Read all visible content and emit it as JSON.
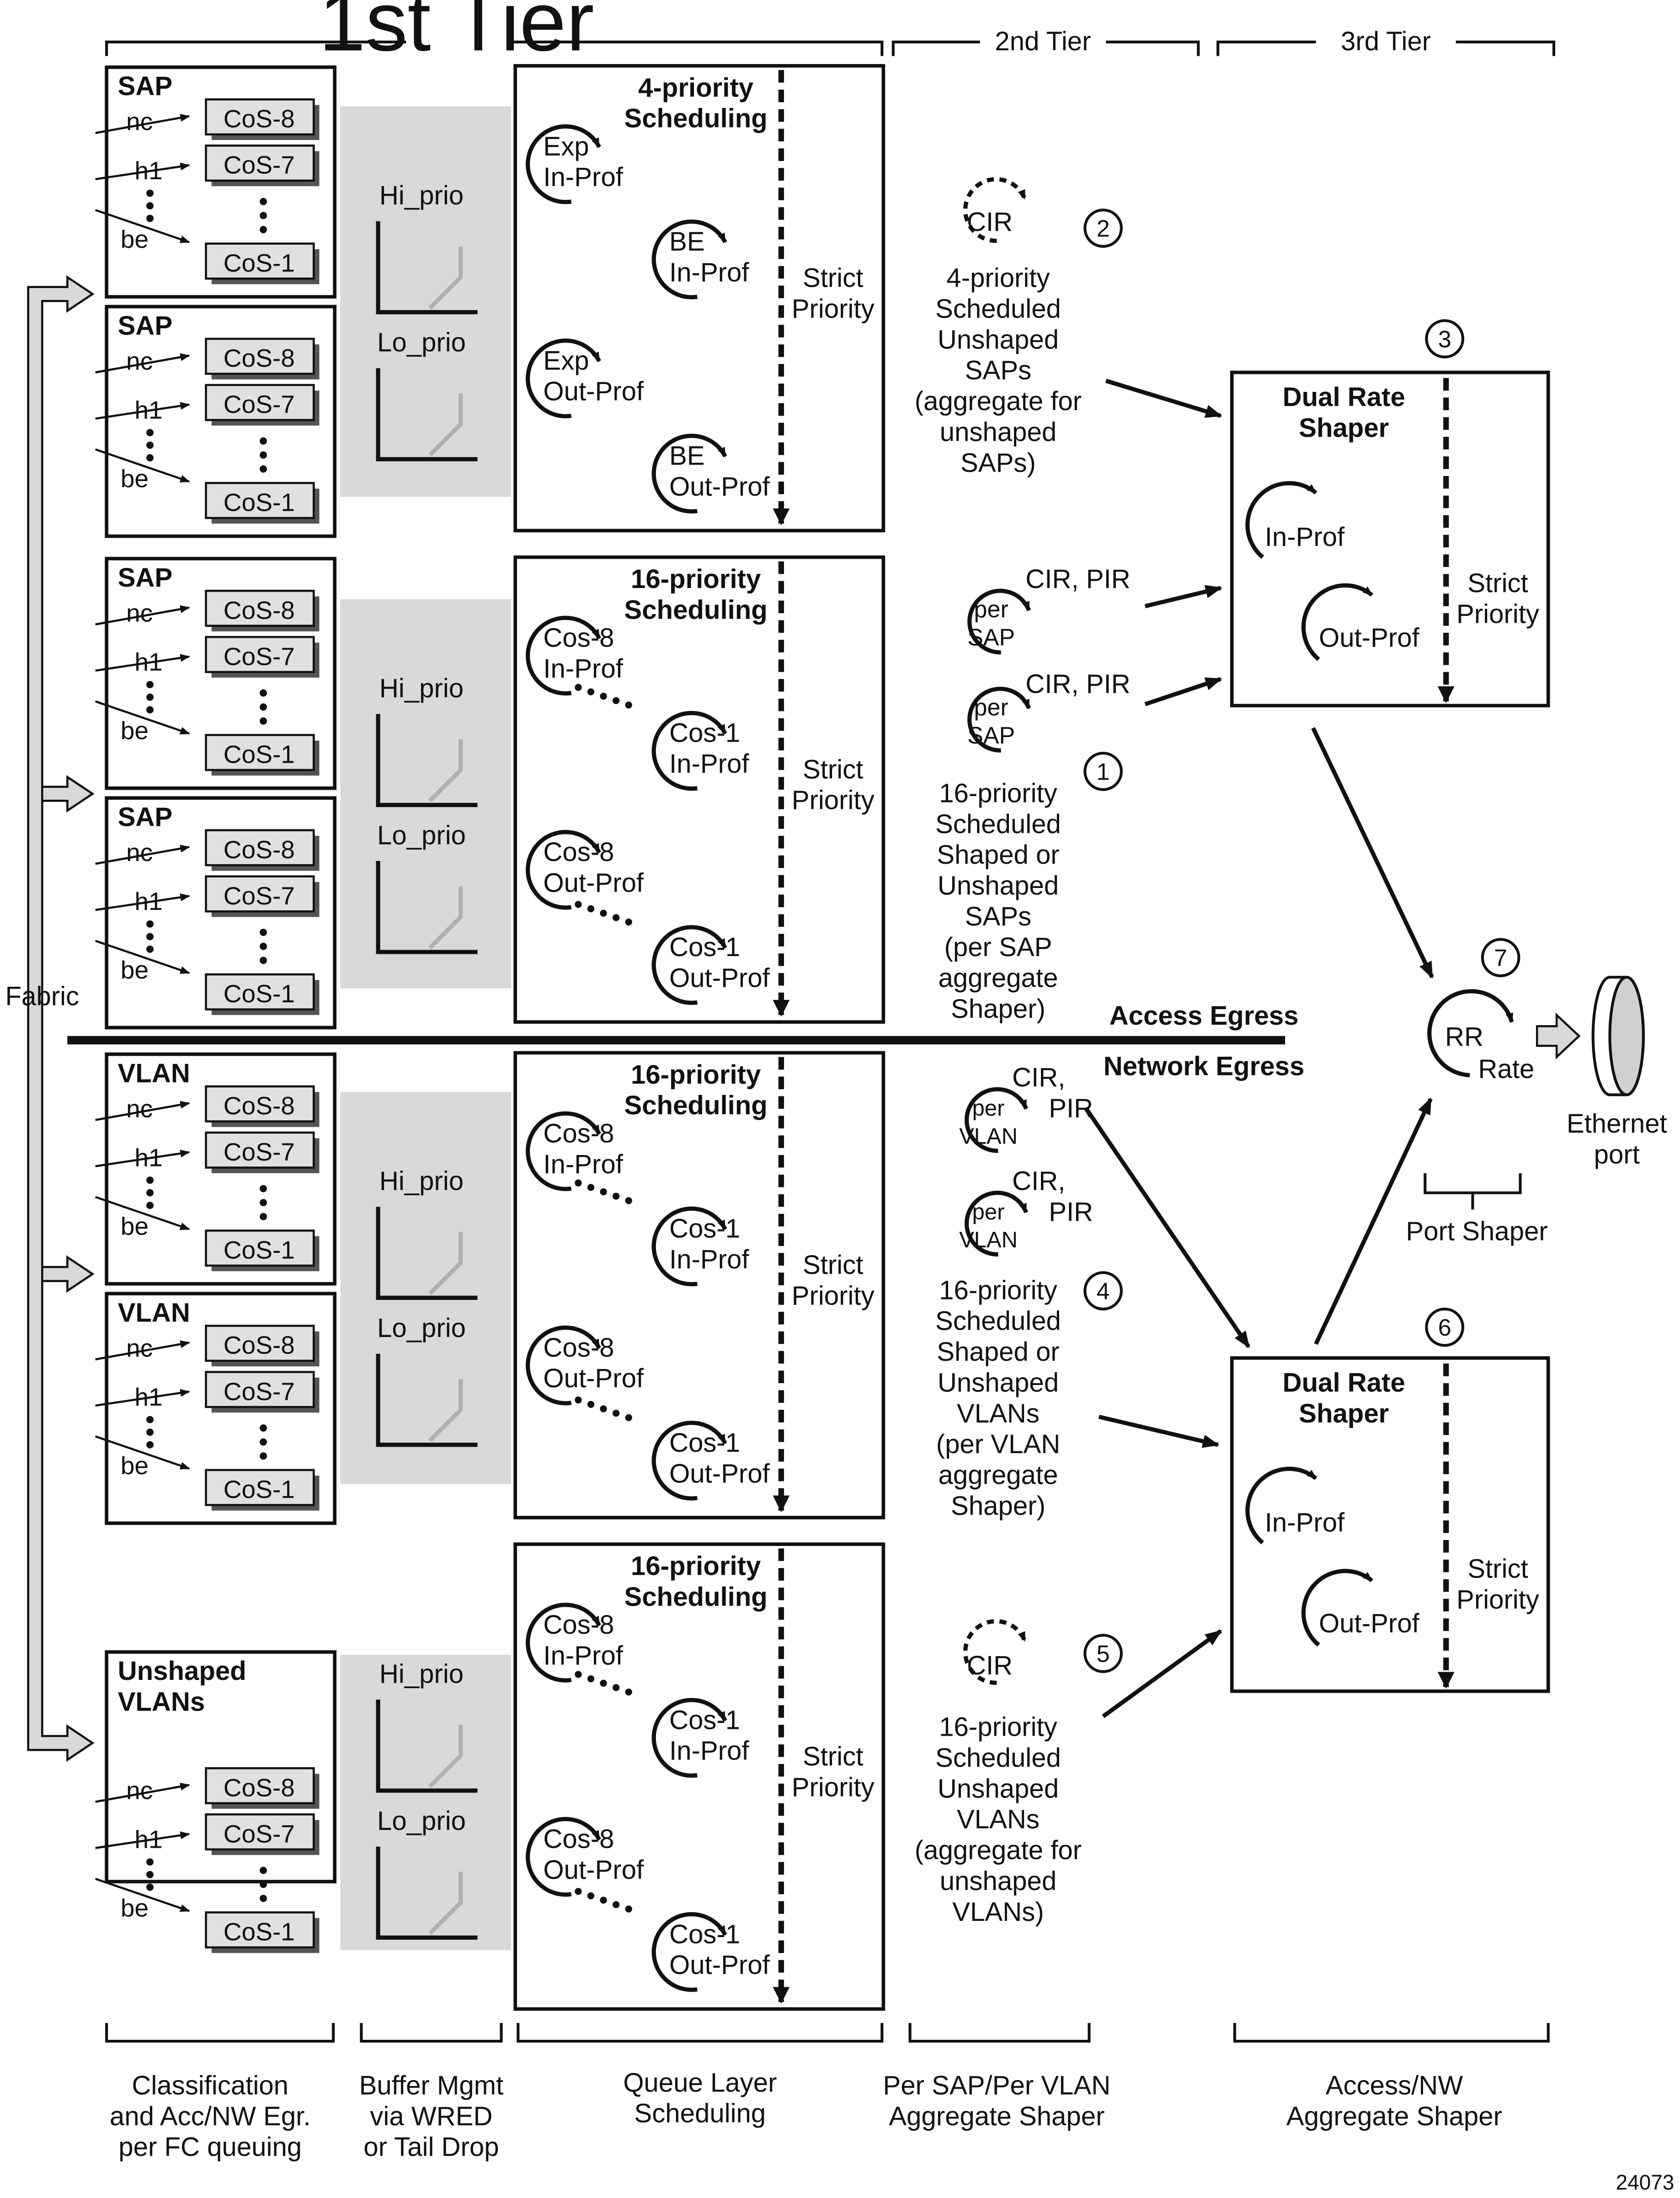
{
  "tiers": {
    "first": "1st Tier",
    "second": "2nd Tier",
    "third": "3rd Tier"
  },
  "fabric": "Fabric",
  "classification_boxes": [
    {
      "title": [
        "SAP"
      ],
      "labels": {
        "nc": "nc",
        "h1": "h1",
        "be": "be"
      },
      "cos": [
        "CoS-8",
        "CoS-7",
        "CoS-1"
      ]
    },
    {
      "title": [
        "SAP"
      ],
      "labels": {
        "nc": "nc",
        "h1": "h1",
        "be": "be"
      },
      "cos": [
        "CoS-8",
        "CoS-7",
        "CoS-1"
      ]
    },
    {
      "title": [
        "SAP"
      ],
      "labels": {
        "nc": "nc",
        "h1": "h1",
        "be": "be"
      },
      "cos": [
        "CoS-8",
        "CoS-7",
        "CoS-1"
      ]
    },
    {
      "title": [
        "SAP"
      ],
      "labels": {
        "nc": "nc",
        "h1": "h1",
        "be": "be"
      },
      "cos": [
        "CoS-8",
        "CoS-7",
        "CoS-1"
      ]
    },
    {
      "title": [
        "VLAN"
      ],
      "labels": {
        "nc": "nc",
        "h1": "h1",
        "be": "be"
      },
      "cos": [
        "CoS-8",
        "CoS-7",
        "CoS-1"
      ]
    },
    {
      "title": [
        "VLAN"
      ],
      "labels": {
        "nc": "nc",
        "h1": "h1",
        "be": "be"
      },
      "cos": [
        "CoS-8",
        "CoS-7",
        "CoS-1"
      ]
    },
    {
      "title": [
        "Unshaped",
        "VLANs"
      ],
      "labels": {
        "nc": "nc",
        "h1": "h1",
        "be": "be"
      },
      "cos": [
        "CoS-8",
        "CoS-7",
        "CoS-1"
      ]
    }
  ],
  "buffer": {
    "hi": "Hi_prio",
    "lo": "Lo_prio"
  },
  "scheduling_blocks": [
    {
      "title": [
        "4-priority",
        "Scheduling"
      ],
      "strict": [
        "Strict",
        "Priority"
      ],
      "items": [
        [
          "Exp",
          "In-Prof"
        ],
        [
          "BE",
          "In-Prof"
        ],
        [
          "Exp",
          "Out-Prof"
        ],
        [
          "BE",
          "Out-Prof"
        ]
      ]
    },
    {
      "title": [
        "16-priority",
        "Scheduling"
      ],
      "strict": [
        "Strict",
        "Priority"
      ],
      "items": [
        [
          "Cos-8",
          "In-Prof"
        ],
        [
          "Cos-1",
          "In-Prof"
        ],
        [
          "Cos-8",
          "Out-Prof"
        ],
        [
          "Cos-1",
          "Out-Prof"
        ]
      ]
    },
    {
      "title": [
        "16-priority",
        "Scheduling"
      ],
      "strict": [
        "Strict",
        "Priority"
      ],
      "items": [
        [
          "Cos-8",
          "In-Prof"
        ],
        [
          "Cos-1",
          "In-Prof"
        ],
        [
          "Cos-8",
          "Out-Prof"
        ],
        [
          "Cos-1",
          "Out-Prof"
        ]
      ]
    },
    {
      "title": [
        "16-priority",
        "Scheduling"
      ],
      "strict": [
        "Strict",
        "Priority"
      ],
      "items": [
        [
          "Cos-8",
          "In-Prof"
        ],
        [
          "Cos-1",
          "In-Prof"
        ],
        [
          "Cos-8",
          "Out-Prof"
        ],
        [
          "Cos-1",
          "Out-Prof"
        ]
      ]
    }
  ],
  "second_tier": {
    "cir": "CIR",
    "cir_pir": "CIR, PIR",
    "cir_comma": "CIR,",
    "pir": "PIR",
    "per": "per",
    "sap": "SAP",
    "vlan": "VLAN",
    "block1": [
      "4-priority",
      "Scheduled",
      "Unshaped",
      "SAPs",
      "(aggregate for",
      "unshaped",
      "SAPs)"
    ],
    "block2": [
      "16-priority",
      "Scheduled",
      "Shaped or",
      "Unshaped",
      "SAPs",
      "(per SAP",
      "aggregate",
      "Shaper)"
    ],
    "block3": [
      "16-priority",
      "Scheduled",
      "Shaped or",
      "Unshaped",
      "VLANs",
      "(per VLAN",
      "aggregate",
      "Shaper)"
    ],
    "block4": [
      "16-priority",
      "Scheduled",
      "Unshaped",
      "VLANs",
      "(aggregate for",
      "unshaped",
      "VLANs)"
    ]
  },
  "numbers": [
    "1",
    "2",
    "3",
    "4",
    "5",
    "6",
    "7"
  ],
  "access_egress": "Access Egress",
  "network_egress": "Network Egress",
  "shaper": {
    "title": [
      "Dual Rate",
      "Shaper"
    ],
    "in_prof": "In-Prof",
    "out_prof": "Out-Prof",
    "strict": [
      "Strict",
      "Priority"
    ]
  },
  "rr": {
    "rr": "RR",
    "rate": "Rate"
  },
  "ethernet_port": [
    "Ethernet",
    "port"
  ],
  "port_shaper": "Port Shaper",
  "footer": {
    "col1": [
      "Classification",
      "and Acc/NW Egr.",
      "per FC queuing"
    ],
    "col2": [
      "Buffer Mgmt",
      "via WRED",
      "or Tail Drop"
    ],
    "col3": [
      "Queue Layer",
      "Scheduling"
    ],
    "col4": [
      "Per SAP/Per VLAN",
      "Aggregate Shaper"
    ],
    "col5": [
      "Access/NW",
      "Aggregate Shaper"
    ]
  },
  "figure_id": "24073"
}
